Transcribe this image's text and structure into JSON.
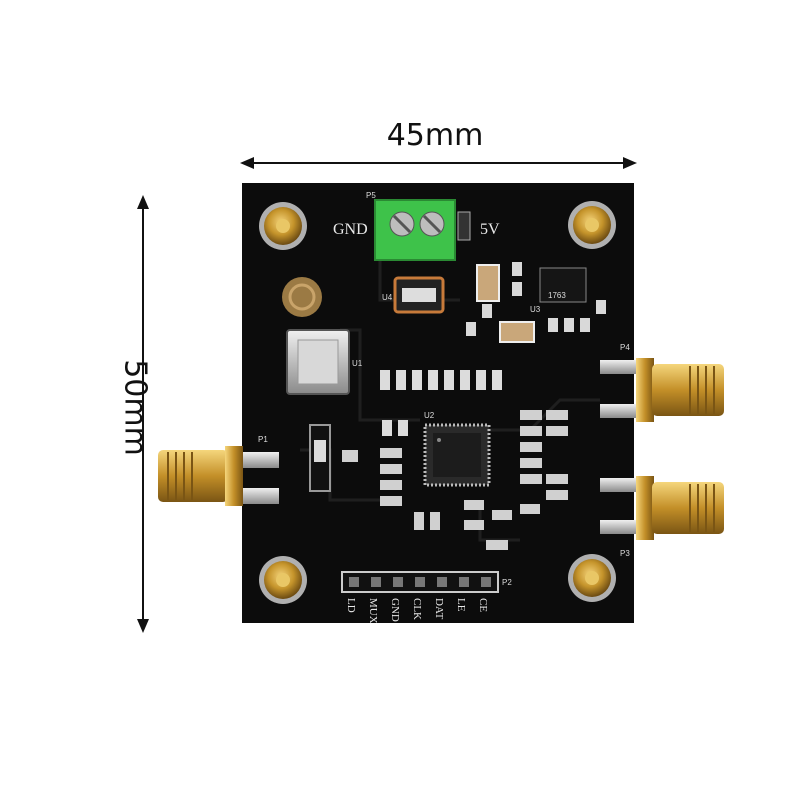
{
  "dimensions": {
    "width_label": "45mm",
    "height_label": "50mm"
  },
  "board": {
    "power_label_gnd": "GND",
    "power_label_5v": "5V",
    "connector_p5": "P5",
    "connector_p1": "P1",
    "connector_p2": "P2",
    "connector_p3": "P3",
    "connector_p4": "P4",
    "chip_u1": "U1",
    "chip_u2": "U2",
    "chip_u3": "U3",
    "chip_u4": "U4",
    "regulator_marking": "1763",
    "header_pins": [
      "LD",
      "MUX",
      "GND",
      "CLK",
      "DAT",
      "LE",
      "CE"
    ]
  },
  "colors": {
    "pcb": "#0c0c0c",
    "gold": "#c99a2e",
    "terminal": "#3ec24a"
  }
}
